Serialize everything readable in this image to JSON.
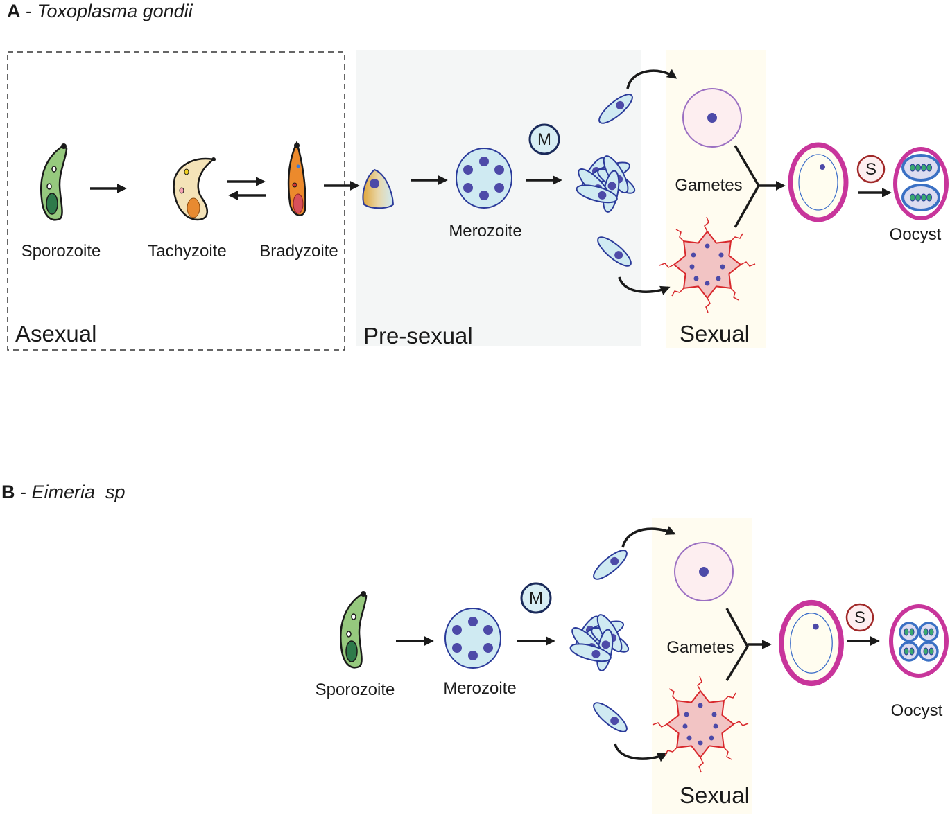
{
  "panel_a": {
    "letter": "A",
    "separator": " - ",
    "organism": "Toxoplasma gondii",
    "labels": {
      "sporozoite": "Sporozoite",
      "tachyzoite": "Tachyzoite",
      "bradyzoite": "Bradyzoite",
      "merozoite": "Merozoite",
      "gametes": "Gametes",
      "oocyst": "Oocyst",
      "m_badge": "M",
      "s_badge": "S"
    },
    "phases": {
      "asexual": "Asexual",
      "presexual": "Pre-sexual",
      "sexual": "Sexual"
    }
  },
  "panel_b": {
    "letter": "B",
    "separator": " - ",
    "organism": "Eimeria  sp",
    "labels": {
      "sporozoite": "Sporozoite",
      "merozoite": "Merozoite",
      "gametes": "Gametes",
      "oocyst": "Oocyst",
      "m_badge": "M",
      "s_badge": "S"
    },
    "phases": {
      "sexual": "Sexual"
    }
  },
  "colors": {
    "presexual_bg": "#f4f6f6",
    "sexual_bg": "#fffcf0",
    "cell_fill": "#cfeaf2",
    "cell_stroke": "#2a3a9a",
    "nucleus": "#4d4aa8",
    "oocyst_wall": "#c8359b",
    "macrogamete": "#f2c4c4",
    "macrogamete_stroke": "#d8282c"
  }
}
